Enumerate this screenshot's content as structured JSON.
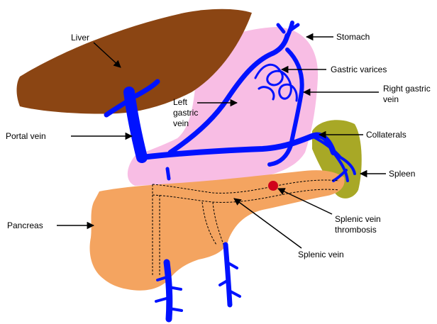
{
  "colors": {
    "liver": "#8B4513",
    "stomach": "#F8BDE4",
    "pancreas": "#F4A460",
    "spleen": "#A8A826",
    "vein": "#0012FF",
    "thrombus": "#D0021B",
    "arrow": "#000000"
  },
  "labels": {
    "liver": "Liver",
    "stomach": "Stomach",
    "gastric_varices": "Gastric varices",
    "right_gastric_vein": "Right gastric\nvein",
    "left_gastric_vein": "Left\ngastric\nvein",
    "portal_vein": "Portal vein",
    "collaterals": "Collaterals",
    "spleen": "Spleen",
    "pancreas": "Pancreas",
    "splenic_vein_thrombosis": "Splenic vein\nthrombosis",
    "splenic_vein": "Splenic vein"
  }
}
